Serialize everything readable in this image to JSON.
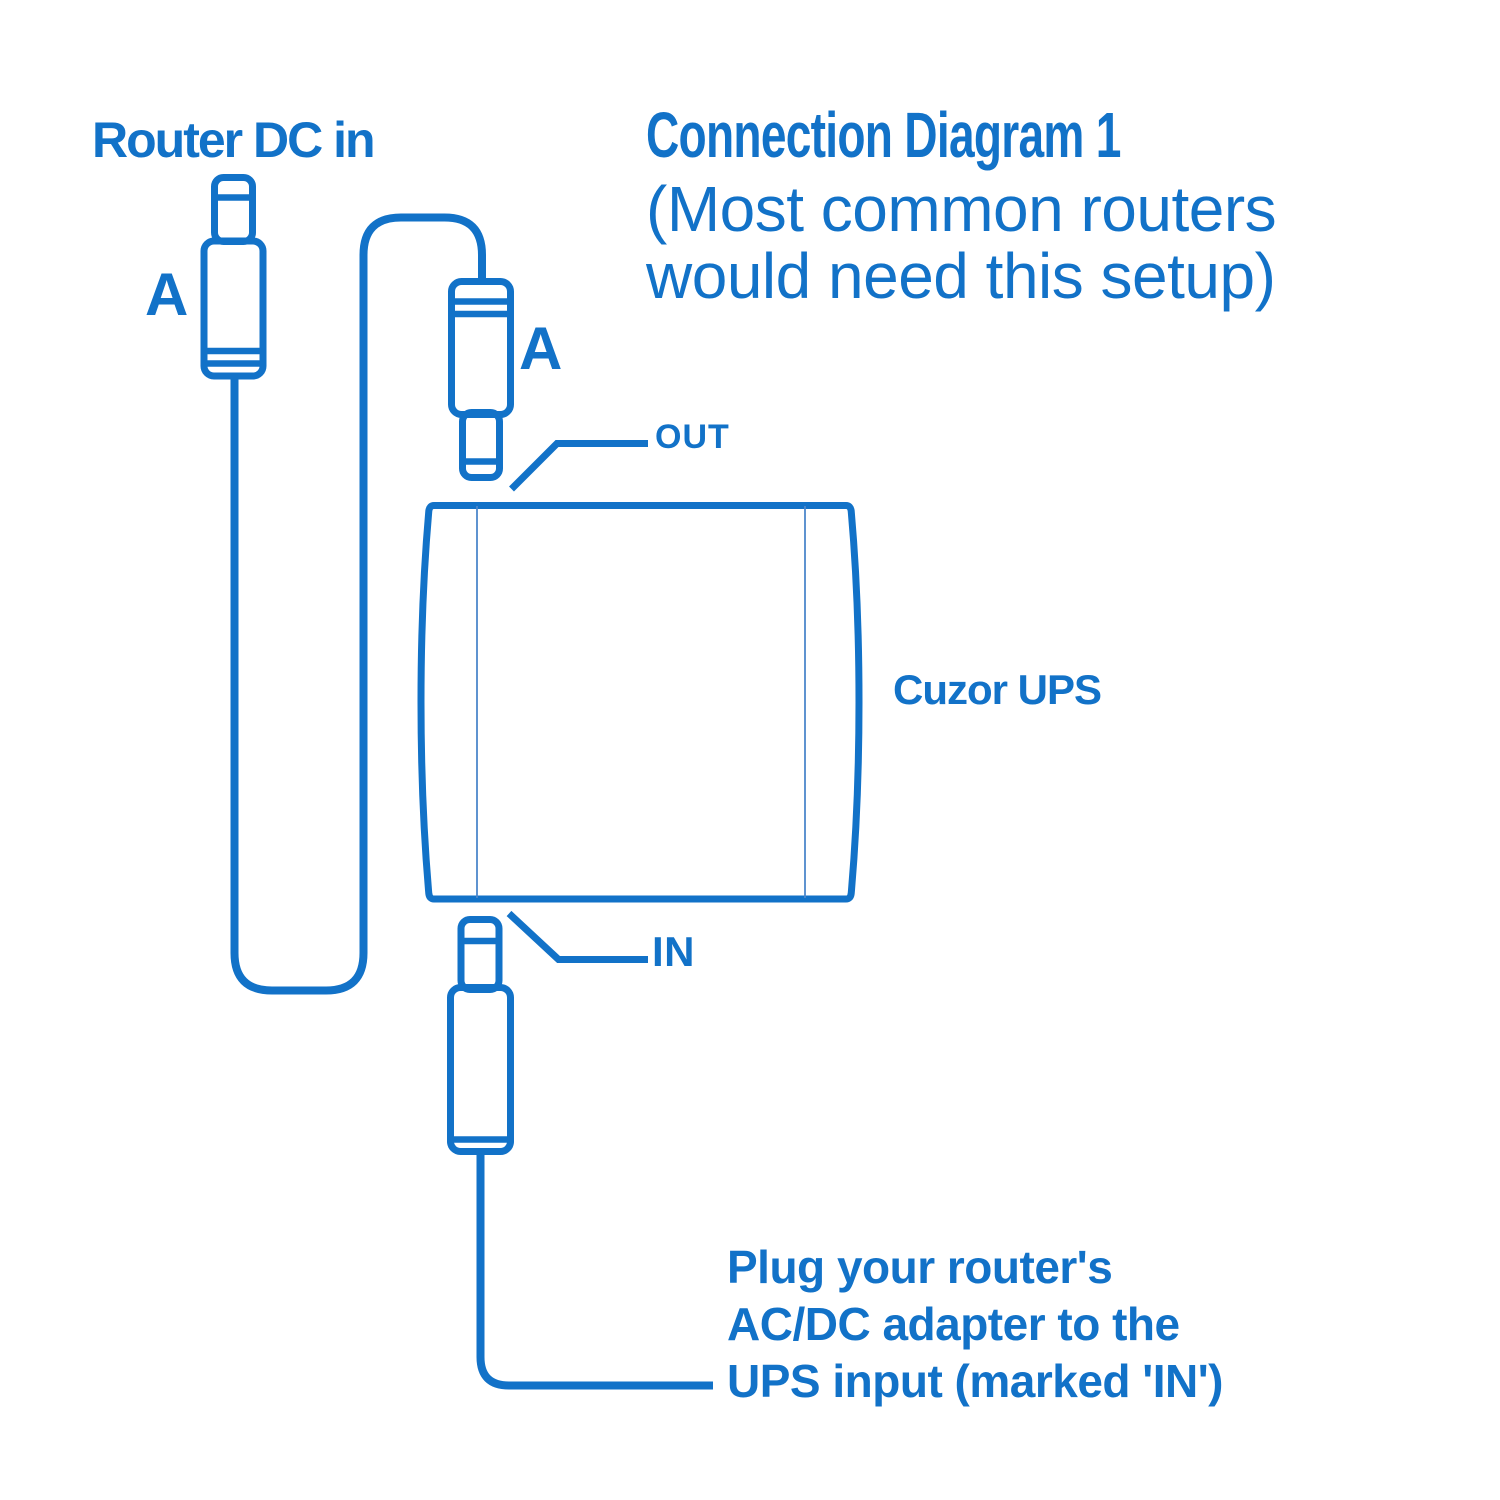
{
  "colors": {
    "accent": "#1272C8",
    "thin_line": "#4d87cb",
    "background": "#FFFFFF"
  },
  "header": {
    "title": "Connection Diagram 1",
    "subtitle_line1": "(Most common routers",
    "subtitle_line2": "would need this setup)"
  },
  "labels": {
    "router_dc_in": "Router DC in",
    "connector_a_router": "A",
    "connector_a_ups": "A",
    "out_port": "OUT",
    "in_port": "IN",
    "ups_name": "Cuzor UPS"
  },
  "note": {
    "line1": "Plug your router's",
    "line2": "AC/DC adapter to the",
    "line3": "UPS input (marked 'IN')"
  }
}
